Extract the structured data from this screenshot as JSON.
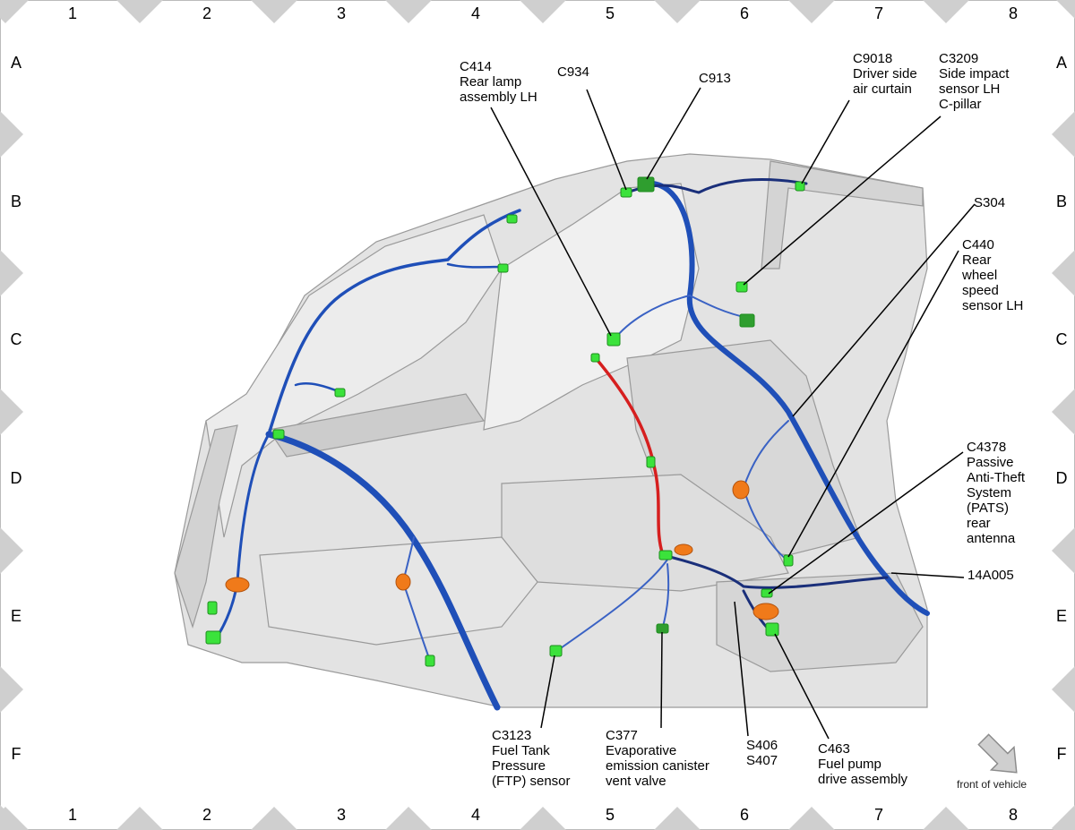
{
  "grid": {
    "columns": [
      "1",
      "2",
      "3",
      "4",
      "5",
      "6",
      "7",
      "8"
    ],
    "rows": [
      "A",
      "B",
      "C",
      "D",
      "E",
      "F"
    ]
  },
  "callouts": {
    "c414": "C414\nRear lamp\nassembly LH",
    "c934": "C934",
    "c913": "C913",
    "c9018": "C9018\nDriver side\nair curtain",
    "c3209": "C3209\nSide impact\nsensor LH\nC-pillar",
    "s304": "S304",
    "c440": "C440\nRear\nwheel\nspeed\nsensor LH",
    "c4378": "C4378\nPassive\nAnti-Theft\nSystem\n(PATS)\nrear\nantenna",
    "h14a005": "14A005",
    "c3123": "C3123\nFuel Tank\nPressure\n(FTP) sensor",
    "c377": "C377\nEvaporative\nemission canister\nvent valve",
    "s406": "S406\nS407",
    "c463": "C463\nFuel pump\ndrive assembly"
  },
  "front_of_vehicle": "front of vehicle",
  "colors": {
    "harness_main": "#1f4fb8",
    "harness_dark": "#1a2f7a",
    "harness_red": "#d61f1f",
    "connector_green": "#3be23b",
    "grommet_orange": "#f07a1a",
    "body_gray": "#d9d9d9",
    "frame_gray": "#cfcfcf"
  }
}
